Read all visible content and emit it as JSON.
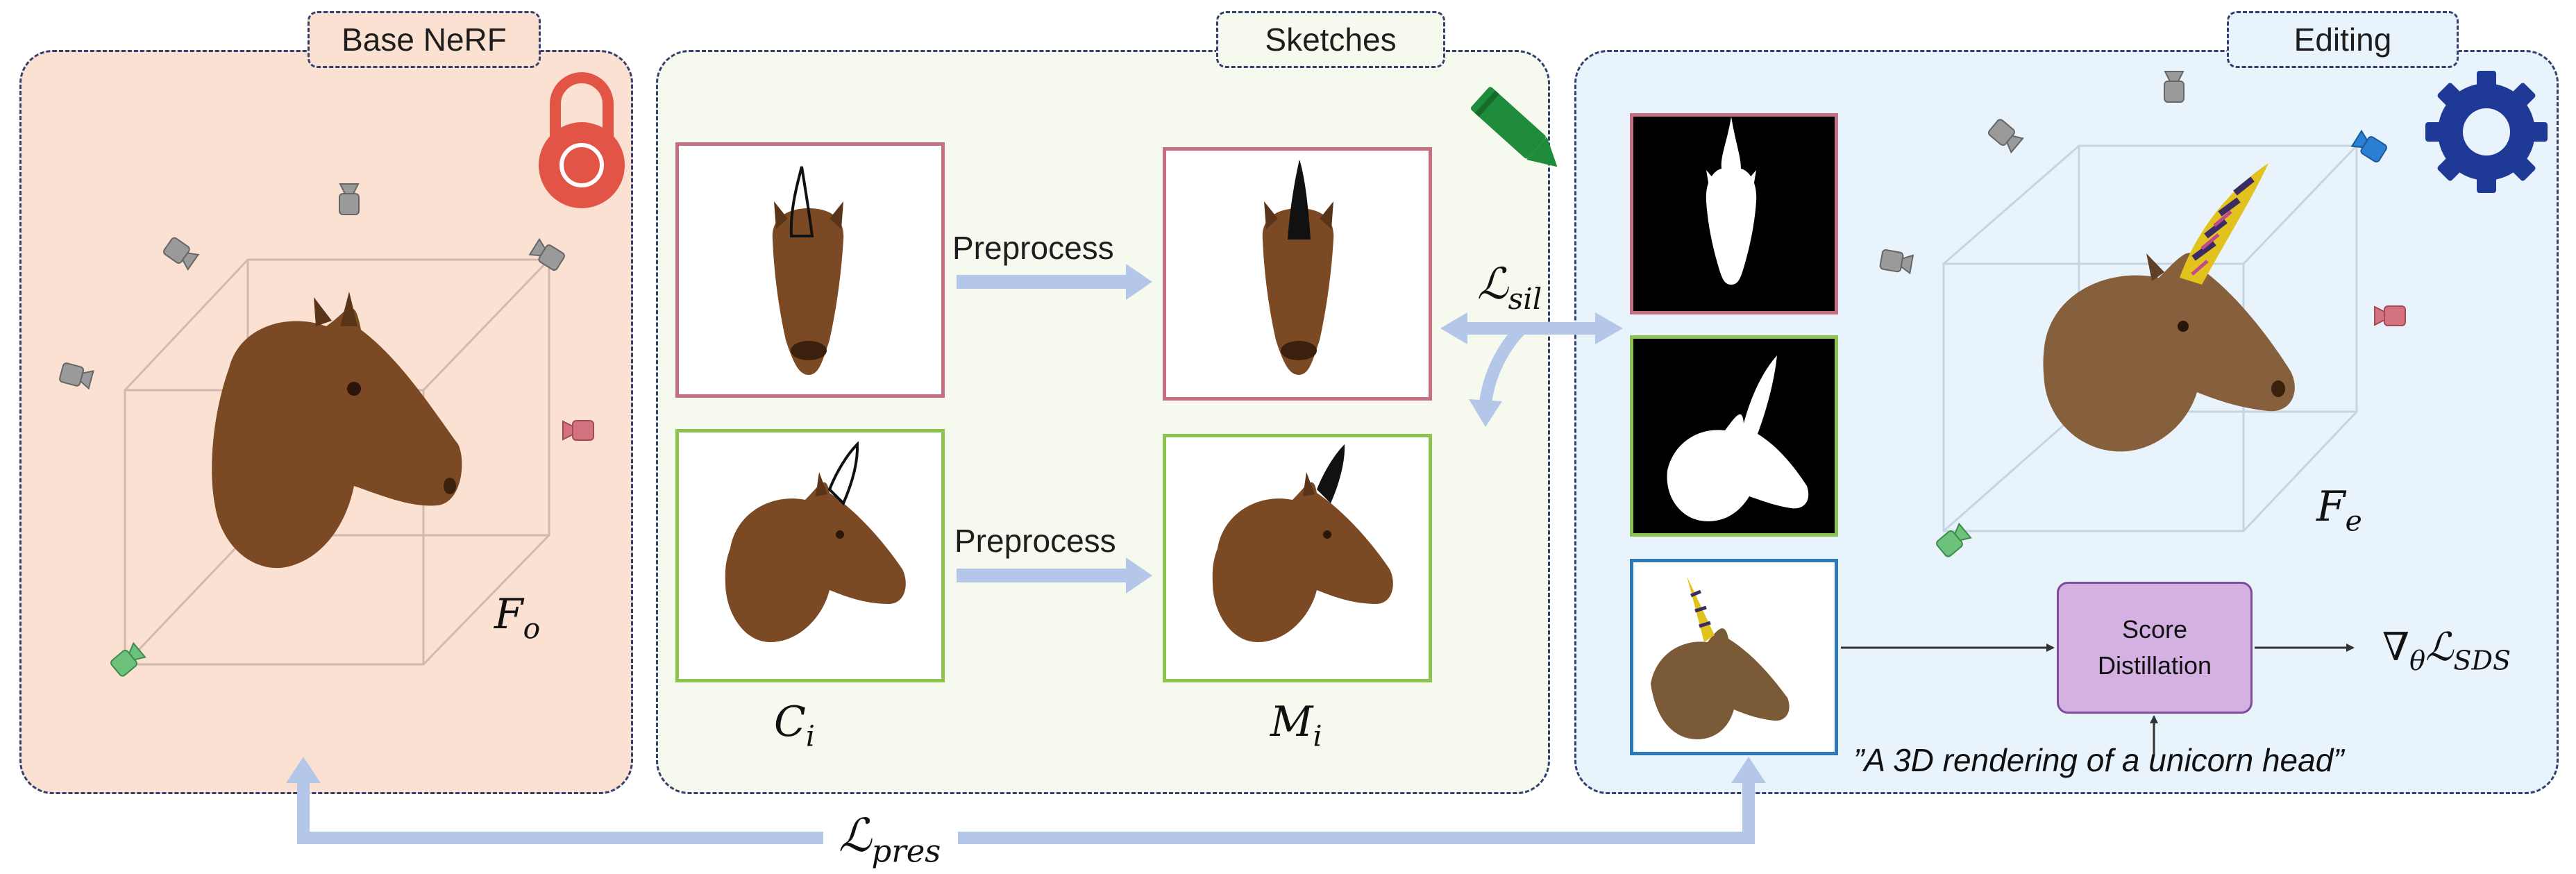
{
  "panels": {
    "base": {
      "title": "Base NeRF",
      "field_symbol": "F",
      "field_sub": "o"
    },
    "sketches": {
      "title": "Sketches",
      "preprocess_top": "Preprocess",
      "preprocess_bottom": "Preprocess",
      "canvas_symbol": "C",
      "canvas_sub": "i",
      "mask_symbol": "M",
      "mask_sub": "i"
    },
    "editing": {
      "title": "Editing",
      "field_symbol": "F",
      "field_sub": "e",
      "score_line1": "Score",
      "score_line2": "Distillation",
      "sds_symbol": "∇",
      "sds_theta": "θ",
      "sds_loss": "ℒ",
      "sds_sub": "SDS",
      "prompt": "”A 3D rendering of a unicorn head”"
    }
  },
  "losses": {
    "sil_symbol": "ℒ",
    "sil_sub": "sil",
    "pres_symbol": "ℒ",
    "pres_sub": "pres"
  },
  "colors": {
    "base_bg": "#fbe1d2",
    "sketch_bg": "#f6f9ee",
    "edit_bg": "#e9f3fb",
    "panel_border": "#34406e",
    "arrow": "#b4c7e8",
    "red_frame": "#c46f82",
    "green_frame": "#8cc24e",
    "blue_frame": "#2f78b3",
    "lock": "#e25546",
    "pencil": "#1e8c3a",
    "gear": "#1e3a96",
    "score_box": "#d5b0e2",
    "horse": "#7b4a24"
  },
  "icons": [
    "lock-icon",
    "pencil-icon",
    "gear-icon",
    "camera-icon"
  ]
}
